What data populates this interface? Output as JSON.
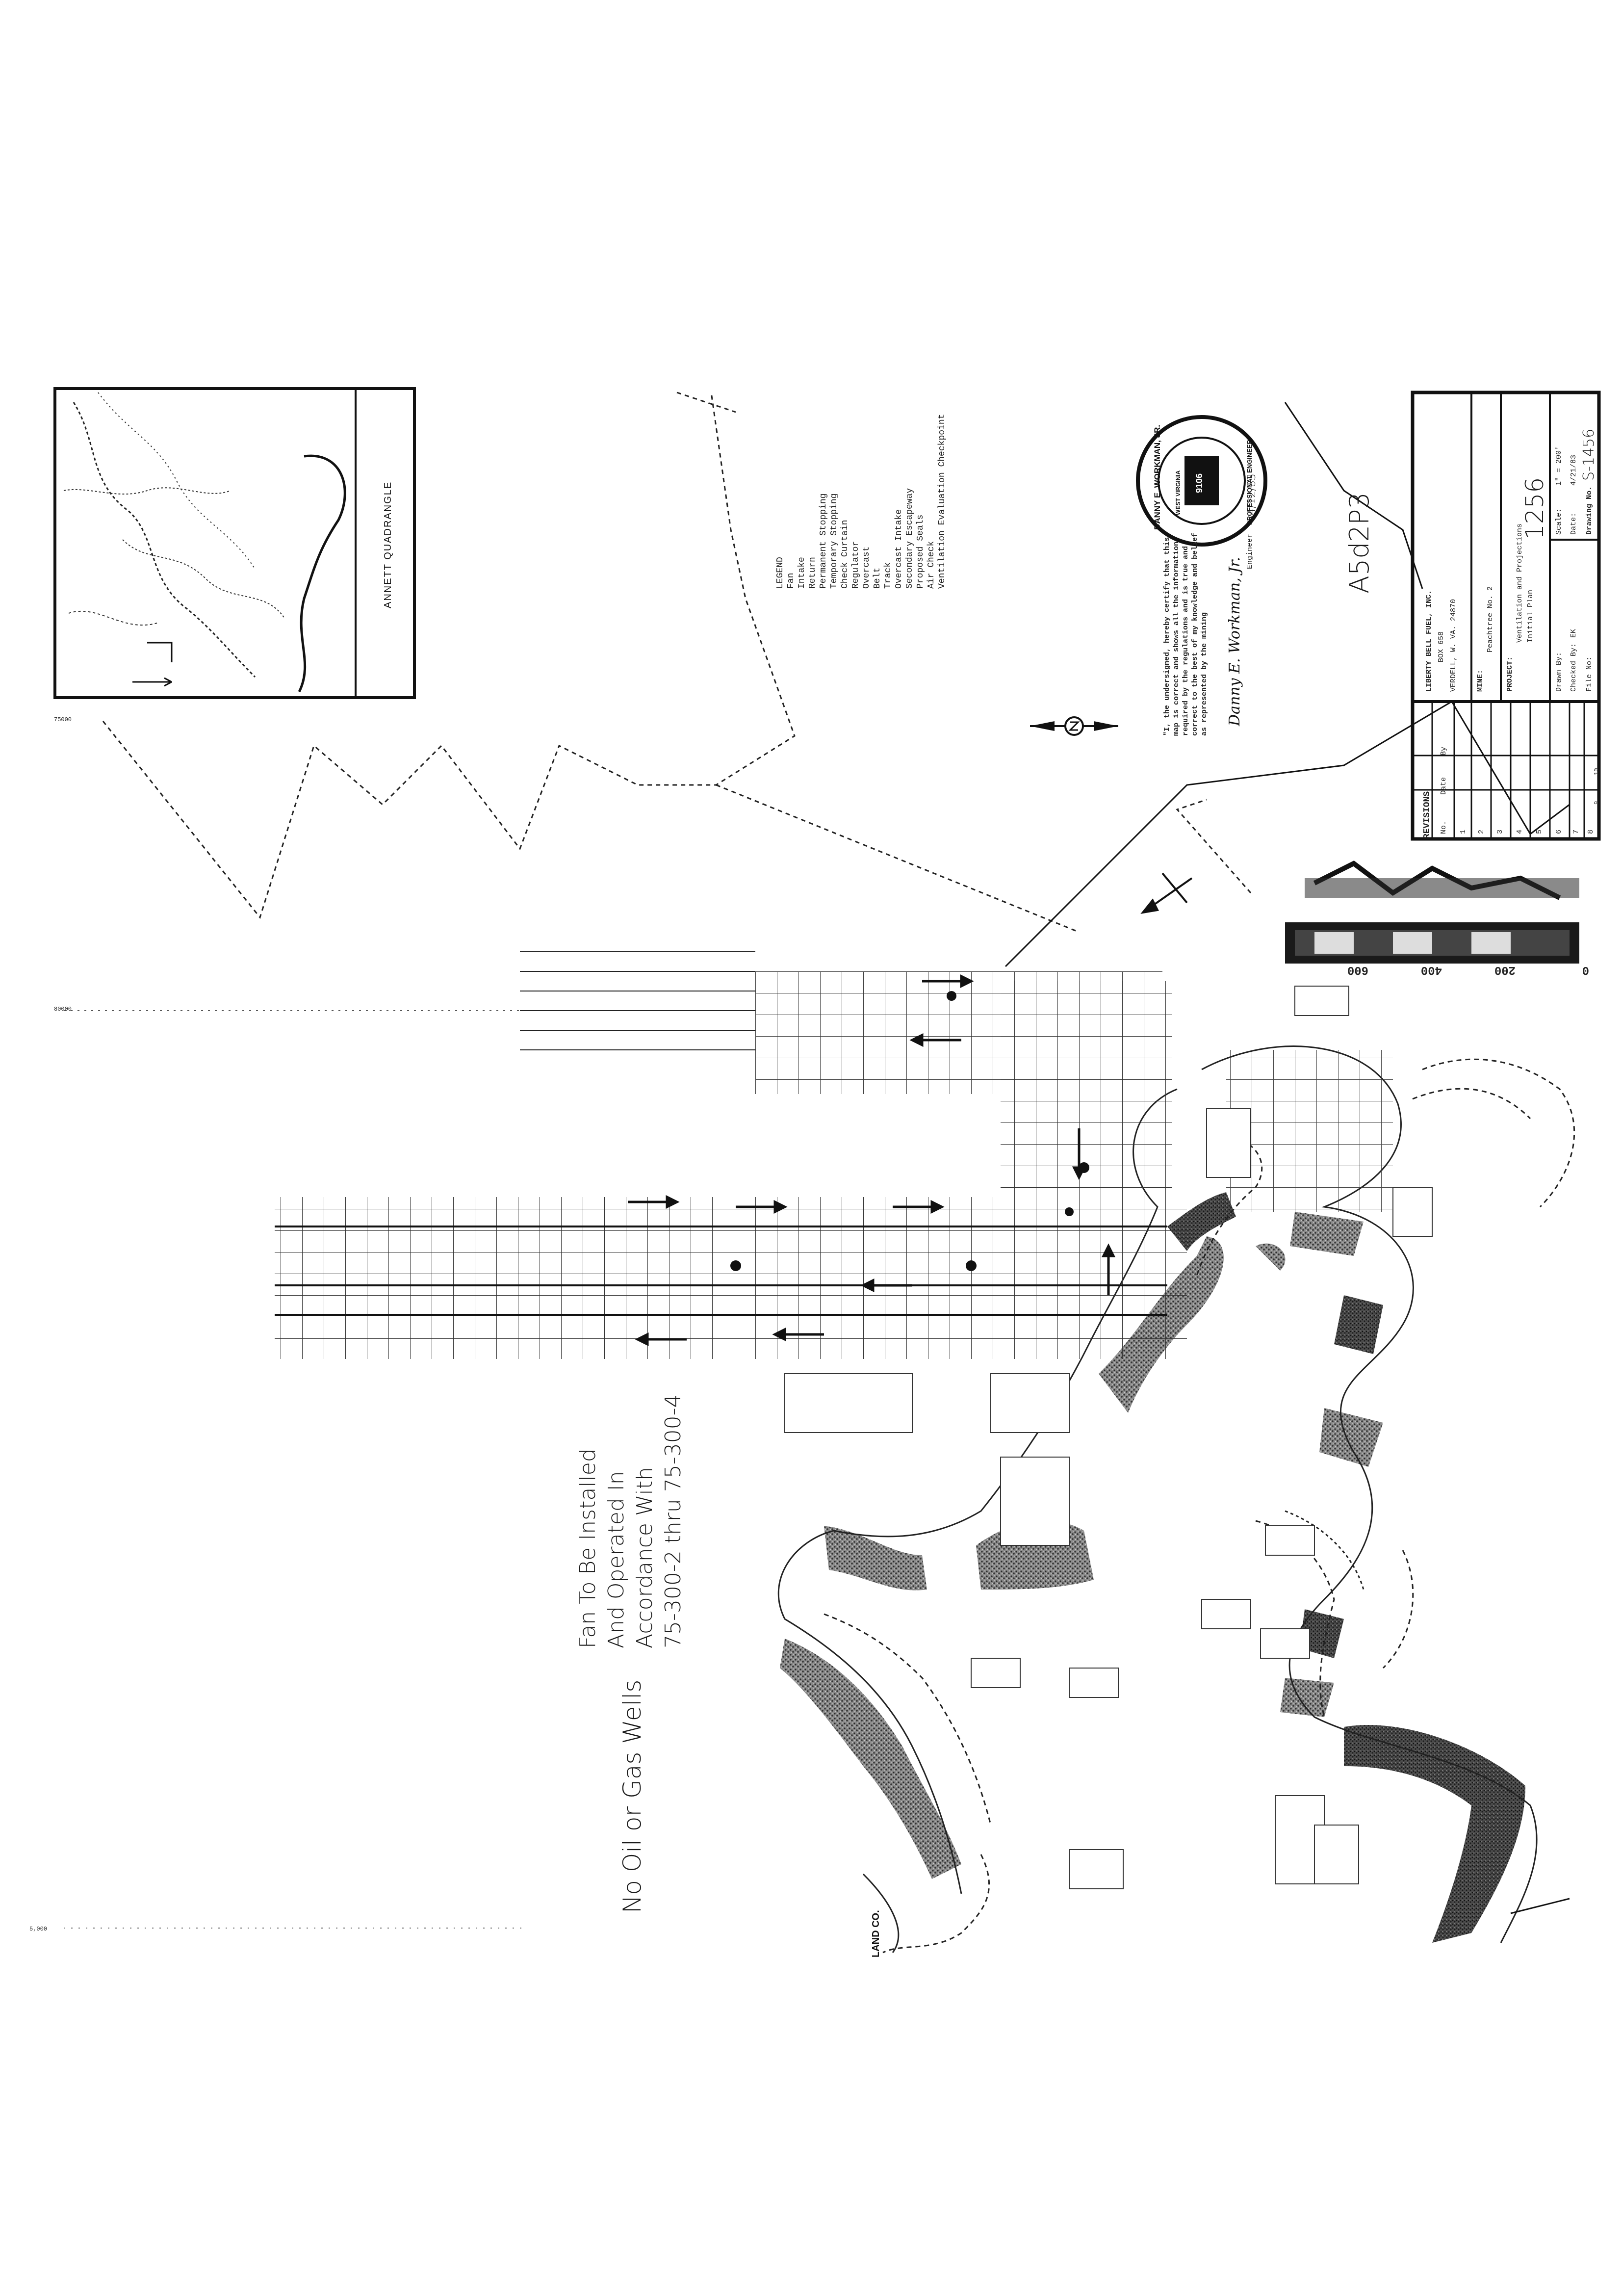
{
  "notes": {
    "fan": [
      "Fan To Be Installed",
      "And Operated In",
      "Accordance With",
      "75-300-2 thru 75-300-4"
    ],
    "wells": "No Oil or Gas Wells",
    "land_label": "LAND CO."
  },
  "index_map": {
    "label": "ANNETT QUADRANGLE"
  },
  "legend": {
    "heading": "LEGEND",
    "items": [
      "Fan",
      "Intake",
      "Return",
      "Permanent Stopping",
      "Temporary Stopping",
      "Check Curtain",
      "Regulator",
      "Overcast",
      "Belt",
      "Track",
      "Overcast Intake",
      "Secondary Escapeway",
      "Proposed Seals",
      "Air Check",
      "Ventilation Evaluation Checkpoint"
    ]
  },
  "certification": {
    "text": [
      "\"I, the undersigned, hereby certify that this",
      "map is correct and shows all the information",
      "required by the regulations and is true and",
      "correct to the best of my knowledge and belief",
      "as represented by the mining"
    ],
    "signature": "Danny E. Workman, Jr.",
    "signature_role": "Engineer",
    "date": "4/12/83"
  },
  "seal": {
    "name": "DANNY E. WORKMAN, JR.",
    "number": "9106",
    "state": "WEST VIRGINIA",
    "type": "PROFESSIONAL ENGINEER"
  },
  "handwritten_stamp": "1256",
  "handwritten_code": "A5d2P3",
  "title_block": {
    "revisions_header": "REVISIONS",
    "revisions_cols": [
      "No.",
      "Date",
      "By"
    ],
    "revision_numbers": [
      "1",
      "2",
      "3",
      "4",
      "5",
      "6",
      "7",
      "8",
      "9",
      "10"
    ],
    "company": "LIBERTY BELL FUEL, INC.",
    "box": "BOX 658",
    "city": "VERDELL, W. VA. 24870",
    "mine_label": "MINE:",
    "mine": "Peachtree No. 2",
    "project_label": "PROJECT:",
    "project_lines": [
      "Ventilation and Projections",
      "Initial Plan"
    ],
    "drawn_by_label": "Drawn By:",
    "checked_by_label": "Checked By:",
    "checked_by": "EK",
    "scale_label": "Scale:",
    "scale": "1\" = 200'",
    "date_label": "Date:",
    "date": "4/21/83",
    "file_label": "File No:",
    "drawing_label": "Drawing No.",
    "drawing_no": "S-1456"
  },
  "scale_bar": {
    "ticks": [
      "0",
      "200",
      "400",
      "600"
    ]
  },
  "margin_marks": {
    "left_top": "75000",
    "left_mid": "80000",
    "left_bottom": "5,000"
  }
}
